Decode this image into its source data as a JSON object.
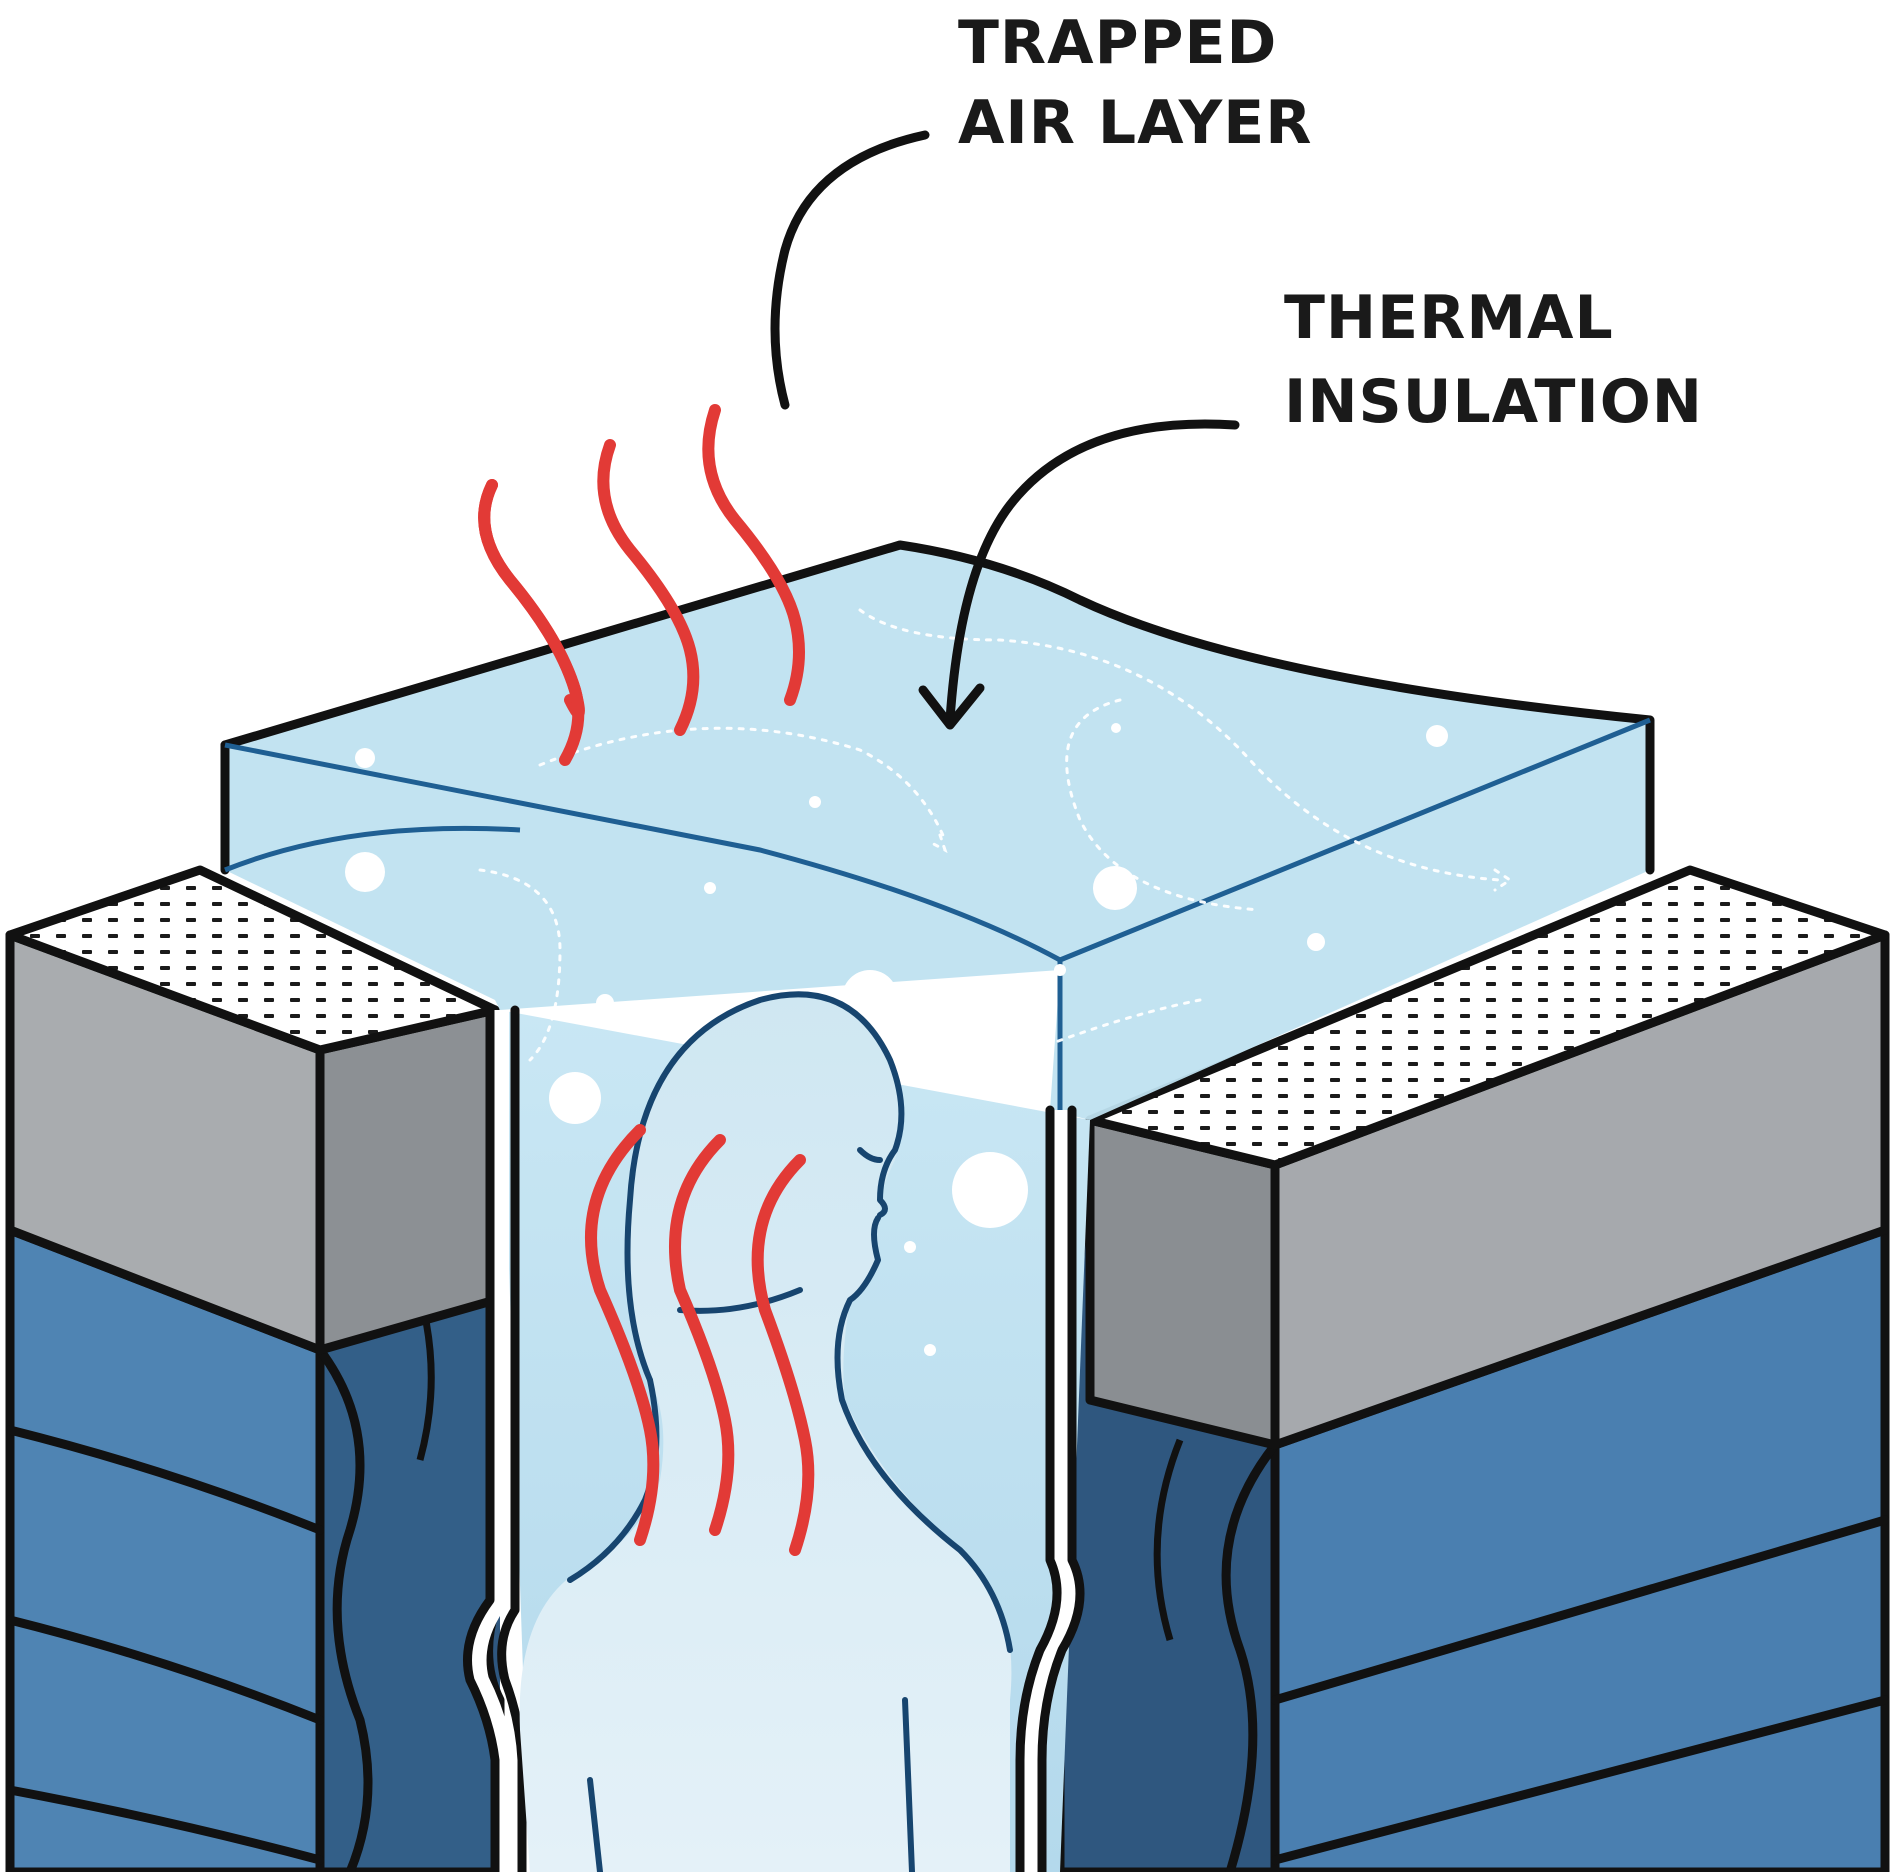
{
  "labels": {
    "trapped_air_line1": "TRAPPED",
    "trapped_air_line2": "AIR LAYER",
    "thermal_line1": "THERMAL",
    "thermal_line2": "INSULATION"
  },
  "colors": {
    "insulation_blue": "#3f6d98",
    "insulation_blue_light": "#5287b6",
    "insulation_blue_dark": "#2f577f",
    "top_cap_gray": "#a9acaf",
    "air_layer_blue": "#bfe0ef",
    "heat_red": "#e23a36",
    "person_outline": "#17456f",
    "outline": "#111111"
  },
  "icons": [
    "heat-wave-icon",
    "person-silhouette-icon",
    "arrow-icon"
  ]
}
